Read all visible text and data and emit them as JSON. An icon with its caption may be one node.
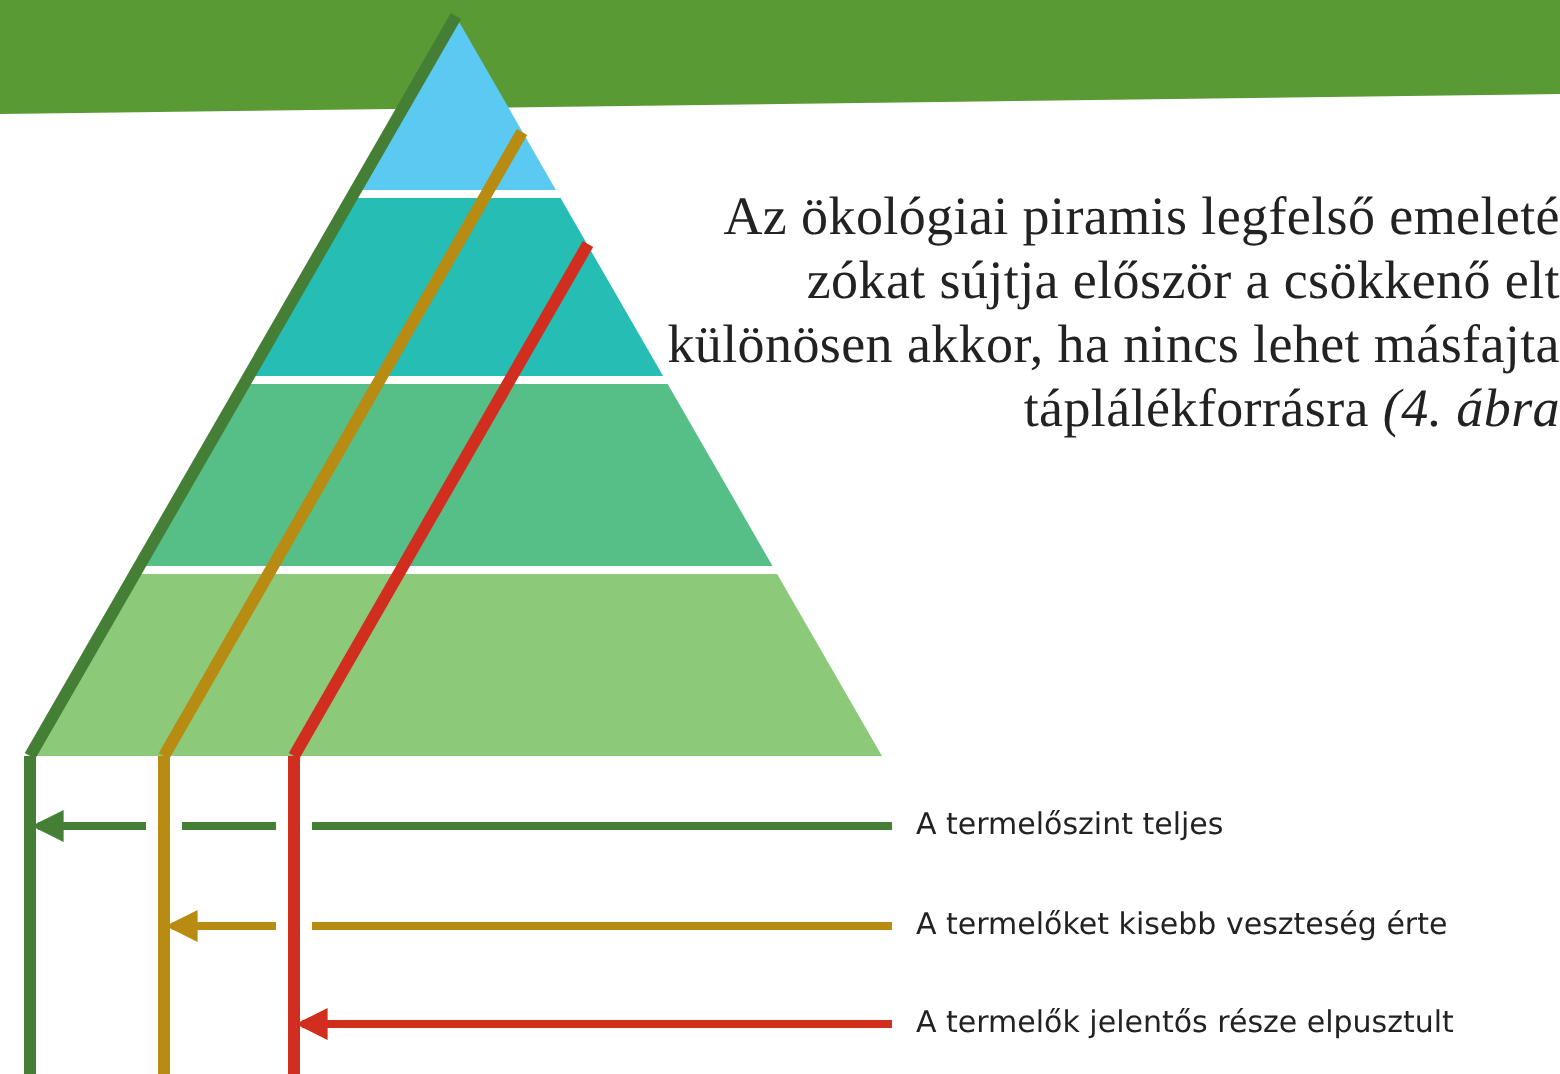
{
  "diagram": {
    "nodes": [
      {
        "text": [],
        "shape": "bar"
      },
      {
        "text": [],
        "shape": "bar"
      },
      {
        "text": [],
        "shape": "bar"
      },
      {
        "text": [
          "A termelőszint teljes"
        ]
      },
      {
        "text": [
          "A termelőket kisebb veszteség érte"
        ]
      },
      {
        "text": [
          "A termelők jelentős része elpusztult"
        ]
      }
    ],
    "edges": [
      {
        "from": 3,
        "to": 0,
        "arrow": "to",
        "color": "#457f35"
      },
      {
        "from": 4,
        "to": 1,
        "arrow": "to",
        "color": "#b88b12"
      },
      {
        "from": 5,
        "to": 2,
        "arrow": "to",
        "color": "#d12e20"
      }
    ],
    "labels": [
      "Az ökológiai piramis legfelső emeleté zókat sújtja először a csökkenő elt különösen akkor, ha nincs lehet másfajta táplálékforrásra *(4. ábra*"
    ]
  }
}
